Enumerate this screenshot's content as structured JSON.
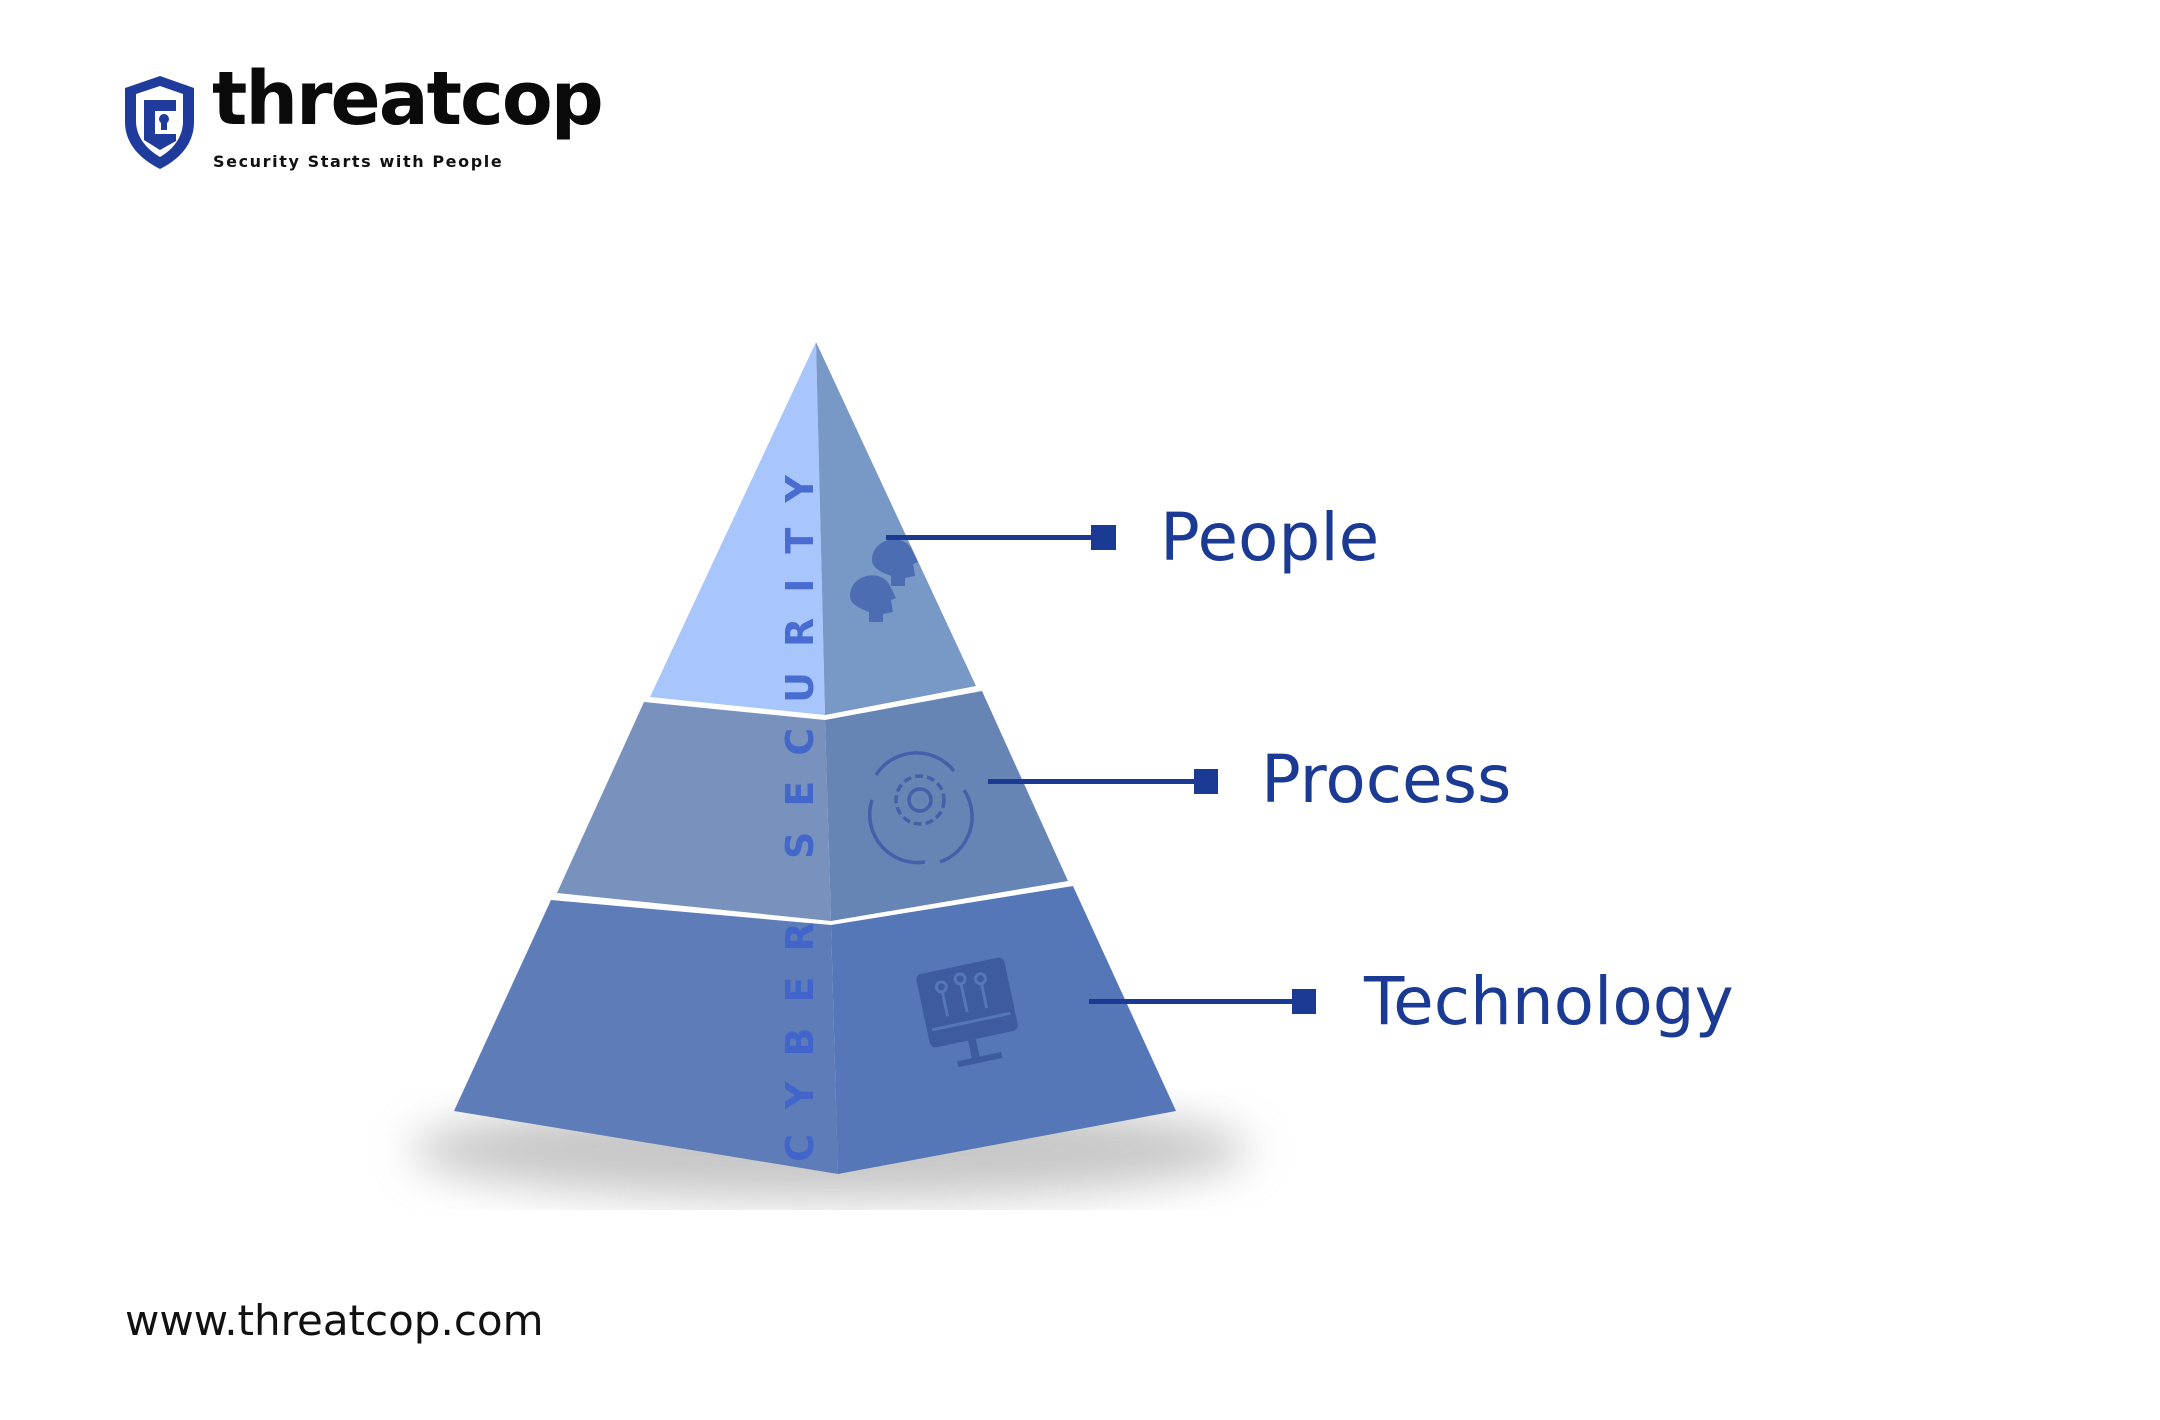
{
  "logo": {
    "brand": "threatcop",
    "tagline": "Security Starts with People"
  },
  "pyramid": {
    "vertical_text": "CYBER SECURITY",
    "tiers": [
      {
        "label": "People",
        "icon": "people-heads-icon"
      },
      {
        "label": "Process",
        "icon": "gear-cycle-icon"
      },
      {
        "label": "Technology",
        "icon": "monitor-circuit-icon"
      }
    ]
  },
  "footer": {
    "url": "www.threatcop.com"
  },
  "colors": {
    "accent": "#1b3a94",
    "logo_blue": "#1f3c9c",
    "tier_top": "#a8c6fc",
    "tier_mid": "#7892bd",
    "tier_bottom": "#5d7cb8"
  }
}
